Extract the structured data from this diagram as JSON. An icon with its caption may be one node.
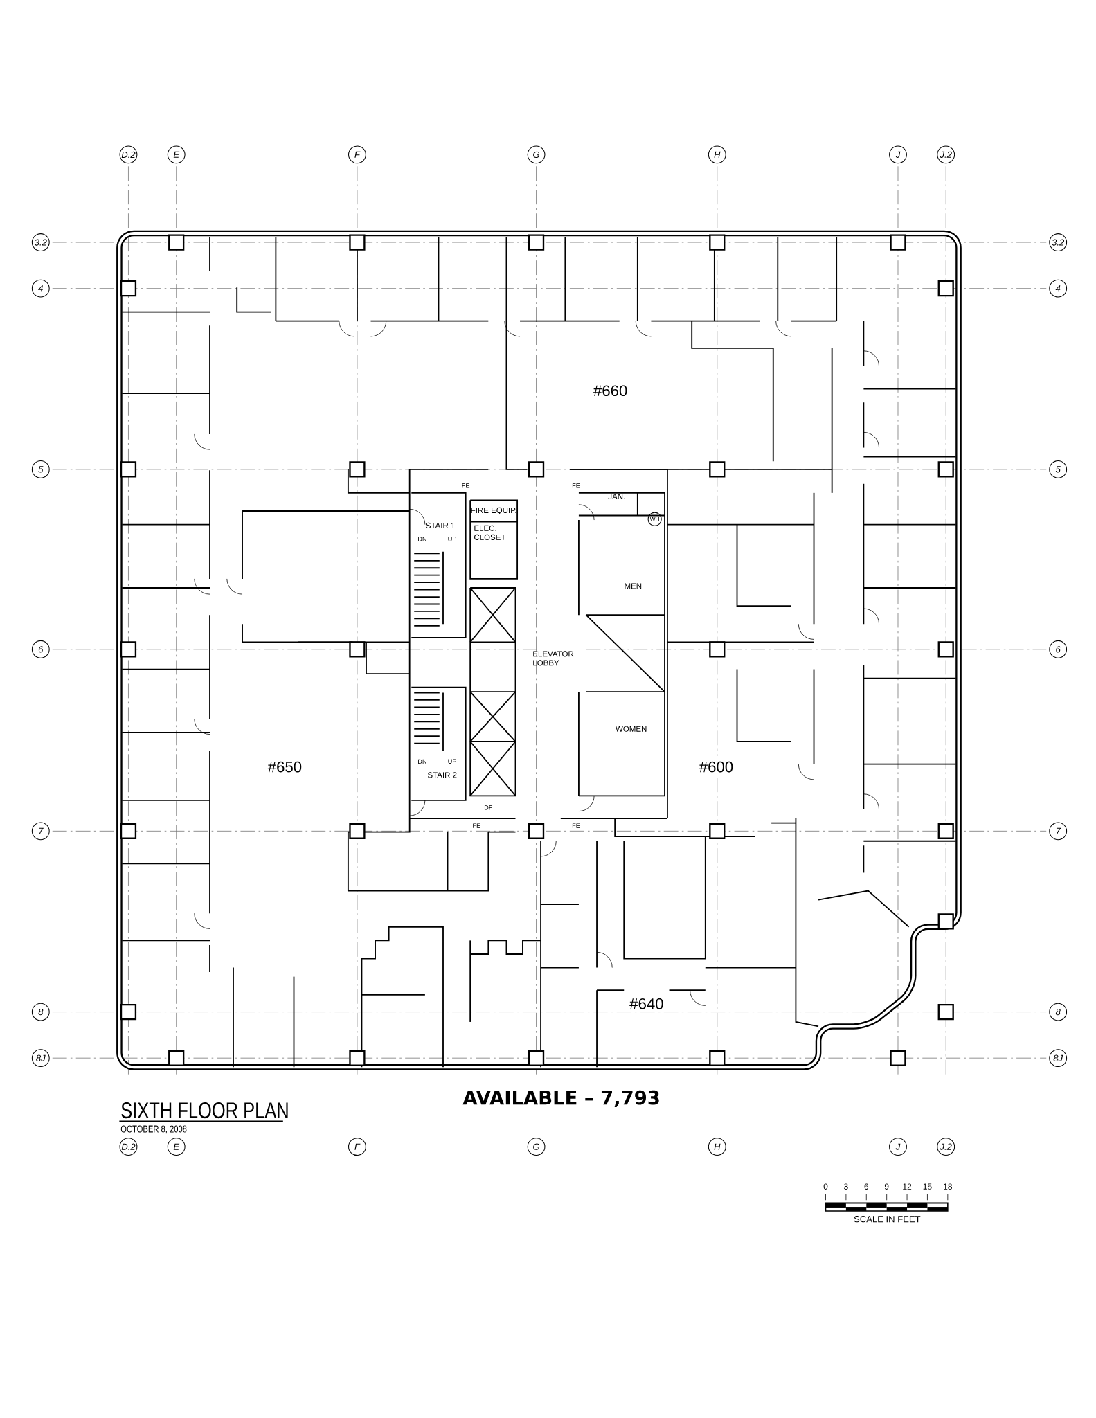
{
  "diagram": {
    "title": "SIXTH FLOOR PLAN",
    "nodes": [
      {
        "text": [
          "D.2"
        ]
      },
      {
        "text": [
          "E"
        ]
      },
      {
        "text": [
          "F"
        ]
      },
      {
        "text": [
          "G"
        ]
      },
      {
        "text": [
          "H"
        ]
      },
      {
        "text": [
          "J"
        ]
      },
      {
        "text": [
          "J.2"
        ]
      },
      {
        "text": [
          "3.2"
        ]
      },
      {
        "text": [
          "3.2"
        ]
      },
      {
        "text": [
          "4"
        ]
      },
      {
        "text": [
          "4"
        ]
      },
      {
        "text": [
          "5"
        ]
      },
      {
        "text": [
          "5"
        ]
      },
      {
        "text": [
          "6"
        ]
      },
      {
        "text": [
          "6"
        ]
      },
      {
        "text": [
          "7"
        ]
      },
      {
        "text": [
          "7"
        ]
      },
      {
        "text": [
          "8"
        ]
      },
      {
        "text": [
          "8"
        ]
      },
      {
        "text": [
          "8J"
        ]
      },
      {
        "text": [
          "8J"
        ]
      },
      {
        "text": [
          "D.2"
        ]
      },
      {
        "text": [
          "E"
        ]
      },
      {
        "text": [
          "F"
        ]
      },
      {
        "text": [
          "G"
        ]
      },
      {
        "text": [
          "H"
        ]
      },
      {
        "text": [
          "J"
        ]
      },
      {
        "text": [
          "J.2"
        ]
      },
      {
        "text": [
          "WH"
        ]
      }
    ],
    "labels": [
      "#660",
      "FE",
      "FIRE EQUIP.",
      "FE",
      "JAN.",
      "STAIR 1",
      "ELEC. CLOSET",
      "DN",
      "UP",
      "MEN",
      "ELEVATOR LOBBY",
      "WOMEN",
      "DN",
      "UP",
      "#650",
      "#600",
      "STAIR 2",
      "DF",
      "FE",
      "FE",
      "#640",
      "AVAILABLE – 7,793",
      "OCTOBER 8, 2008",
      "0",
      "3",
      "6",
      "9",
      "12",
      "15",
      "18",
      "SCALE IN FEET"
    ]
  }
}
